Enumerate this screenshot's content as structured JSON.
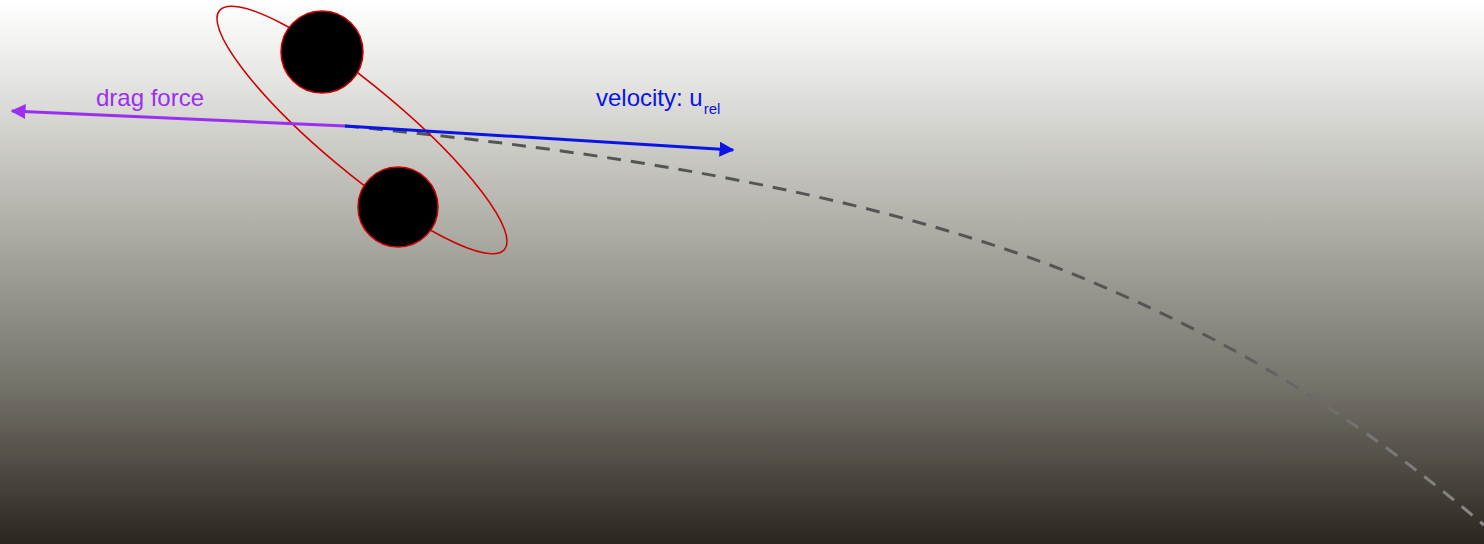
{
  "diagram": {
    "labels": [
      "drag force",
      "velocity: u",
      "rel"
    ]
  }
}
